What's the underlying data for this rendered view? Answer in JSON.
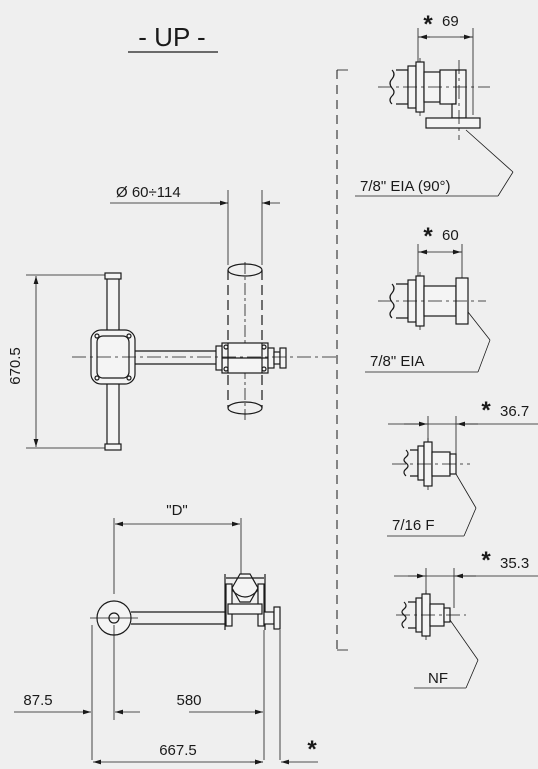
{
  "title": "- UP -",
  "pipe_range": "Ø 60÷114",
  "height": "670.5",
  "d_label": "\"D\"",
  "dim_87": "87.5",
  "dim_580": "580",
  "dim_667": "667.5",
  "star": "*",
  "connectors": [
    {
      "dim": "69",
      "label": "7/8\" EIA (90°)"
    },
    {
      "dim": "60",
      "label": "7/8\" EIA"
    },
    {
      "dim": "36.7",
      "label": "7/16 F"
    },
    {
      "dim": "35.3",
      "label": "NF"
    }
  ]
}
